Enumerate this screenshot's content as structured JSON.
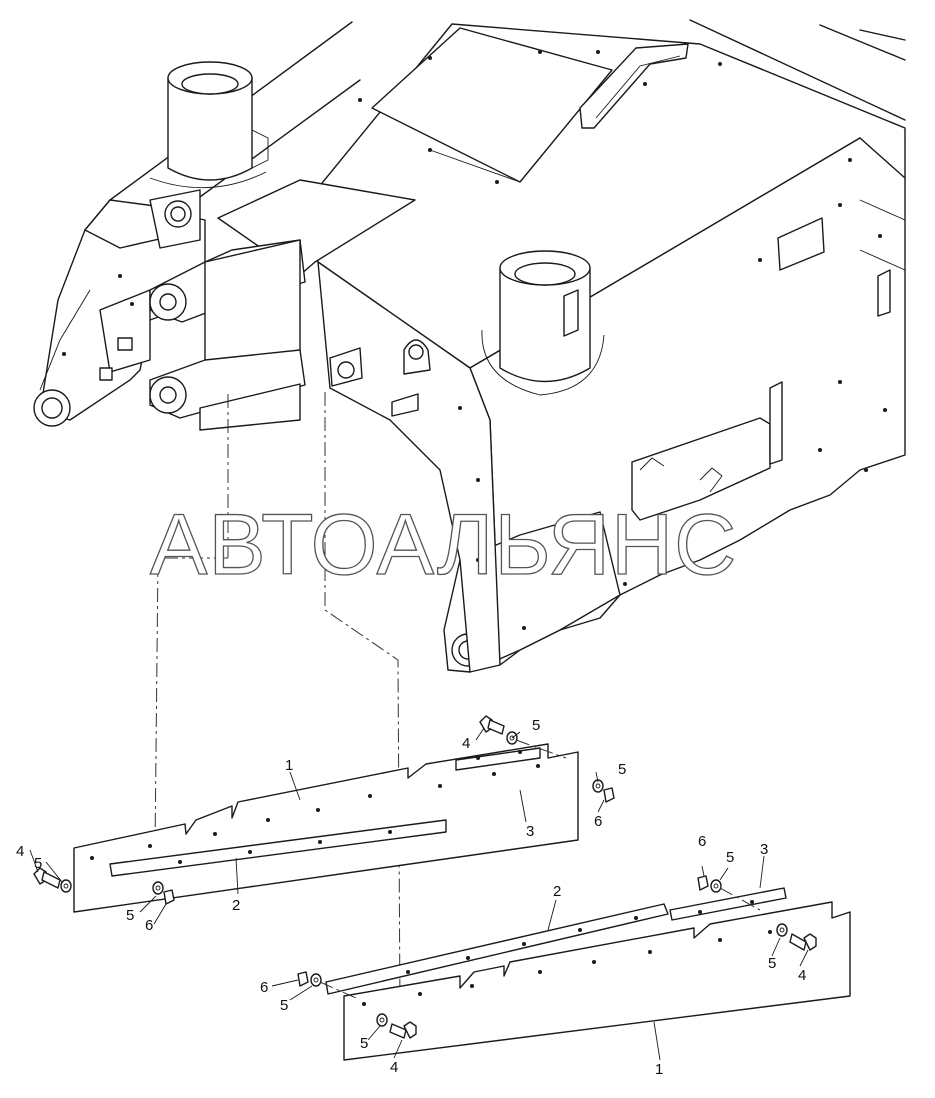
{
  "watermark": "АВТОАЛЬЯНС",
  "callouts": {
    "a1": "1",
    "a2": "2",
    "a3": "3",
    "a4a": "4",
    "a4b": "4",
    "a5a": "5",
    "a5b": "5",
    "a5c": "5",
    "a5d": "5",
    "a6a": "6",
    "a6b": "6",
    "b1": "1",
    "b2": "2",
    "b3": "3",
    "b4a": "4",
    "b4b": "4",
    "b5a": "5",
    "b5b": "5",
    "b5c": "5",
    "b5d": "5",
    "b6a": "6",
    "b6b": "6"
  },
  "colors": {
    "line": "#1a1a1a",
    "background": "#ffffff",
    "watermark_outline": "#555555"
  }
}
